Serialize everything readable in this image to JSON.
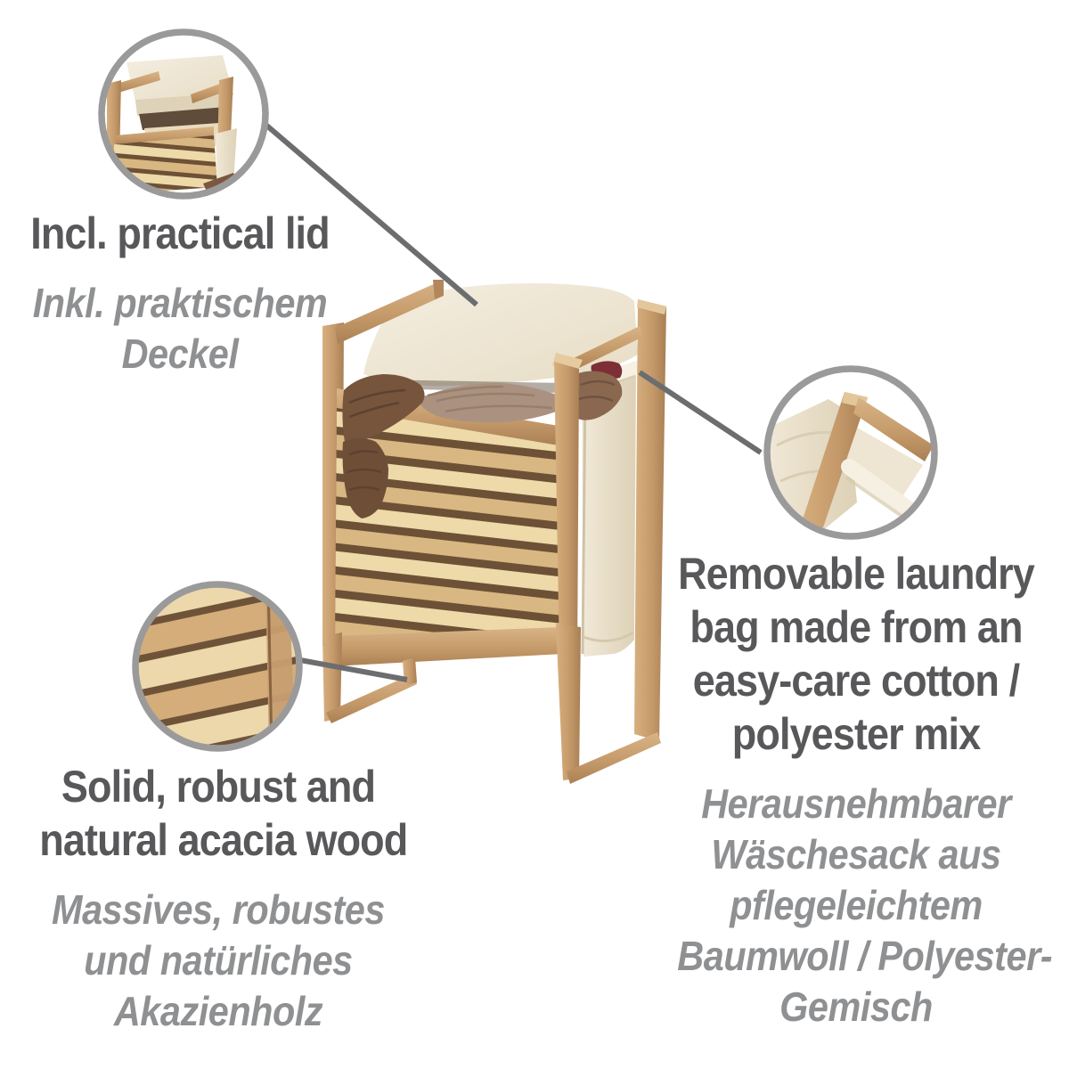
{
  "page": {
    "background": "#ffffff"
  },
  "colors": {
    "page_background": "#ffffff",
    "heading_text": "#58585b",
    "subtext_text": "#8f9092",
    "circle_border": "#9a9a9b",
    "leader_line": "#6c6d6f",
    "wood_mid": "#c89f71",
    "wood_slat_light": "#eed9a9",
    "fabric_beige": "#efe7d6",
    "towel_brown": "#7a5840",
    "towel_taupe": "#ab9280",
    "laundry_red": "#7d2f35"
  },
  "annotations": {
    "lid": {
      "en_lines": [
        "Incl. practical lid"
      ],
      "de_lines": [
        "Inkl. praktischem",
        "Deckel"
      ]
    },
    "bag": {
      "en_lines": [
        "Removable laundry",
        "bag made from an",
        "easy-care cotton /",
        "polyester mix"
      ],
      "de_lines": [
        "Herausnehmbarer",
        "Wäschesack aus",
        "pflegeleichtem",
        "Baumwoll / Polyester-",
        "Gemisch"
      ]
    },
    "wood": {
      "en_lines": [
        "Solid, robust and",
        "natural acacia wood"
      ],
      "de_lines": [
        "Massives, robustes",
        "und natürliches",
        "Akazienholz"
      ]
    }
  }
}
